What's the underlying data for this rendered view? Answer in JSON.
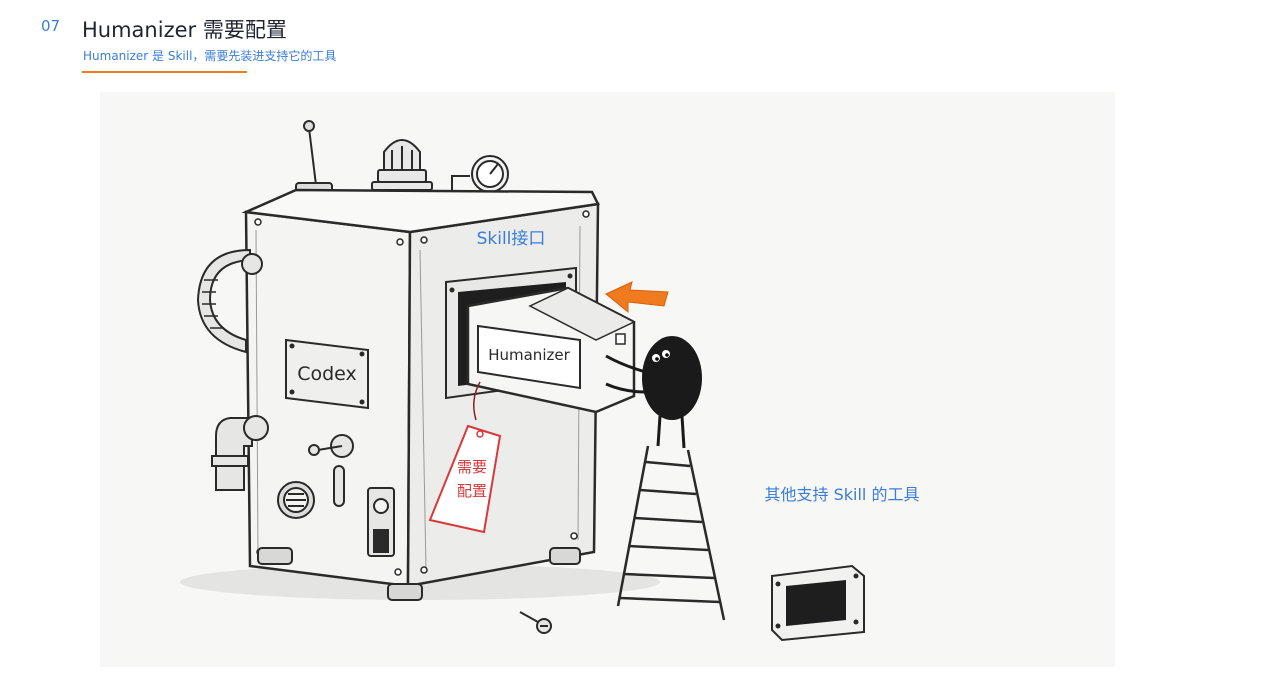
{
  "header": {
    "number": "07",
    "title": "Humanizer 需要配置",
    "subtitle": "Humanizer 是 Skill，需要先装进支持它的工具"
  },
  "illustration": {
    "machine_label": "Codex",
    "slot_label": "Skill接口",
    "module_label": "Humanizer",
    "tag_text_line1": "需要",
    "tag_text_line2": "配置",
    "other_tools_label": "其他支持 Skill 的工具"
  },
  "colors": {
    "accent_blue": "#3b7dd8",
    "accent_orange": "#f07a1e",
    "tag_red": "#d63a3a",
    "ink": "#2a2a2a"
  }
}
